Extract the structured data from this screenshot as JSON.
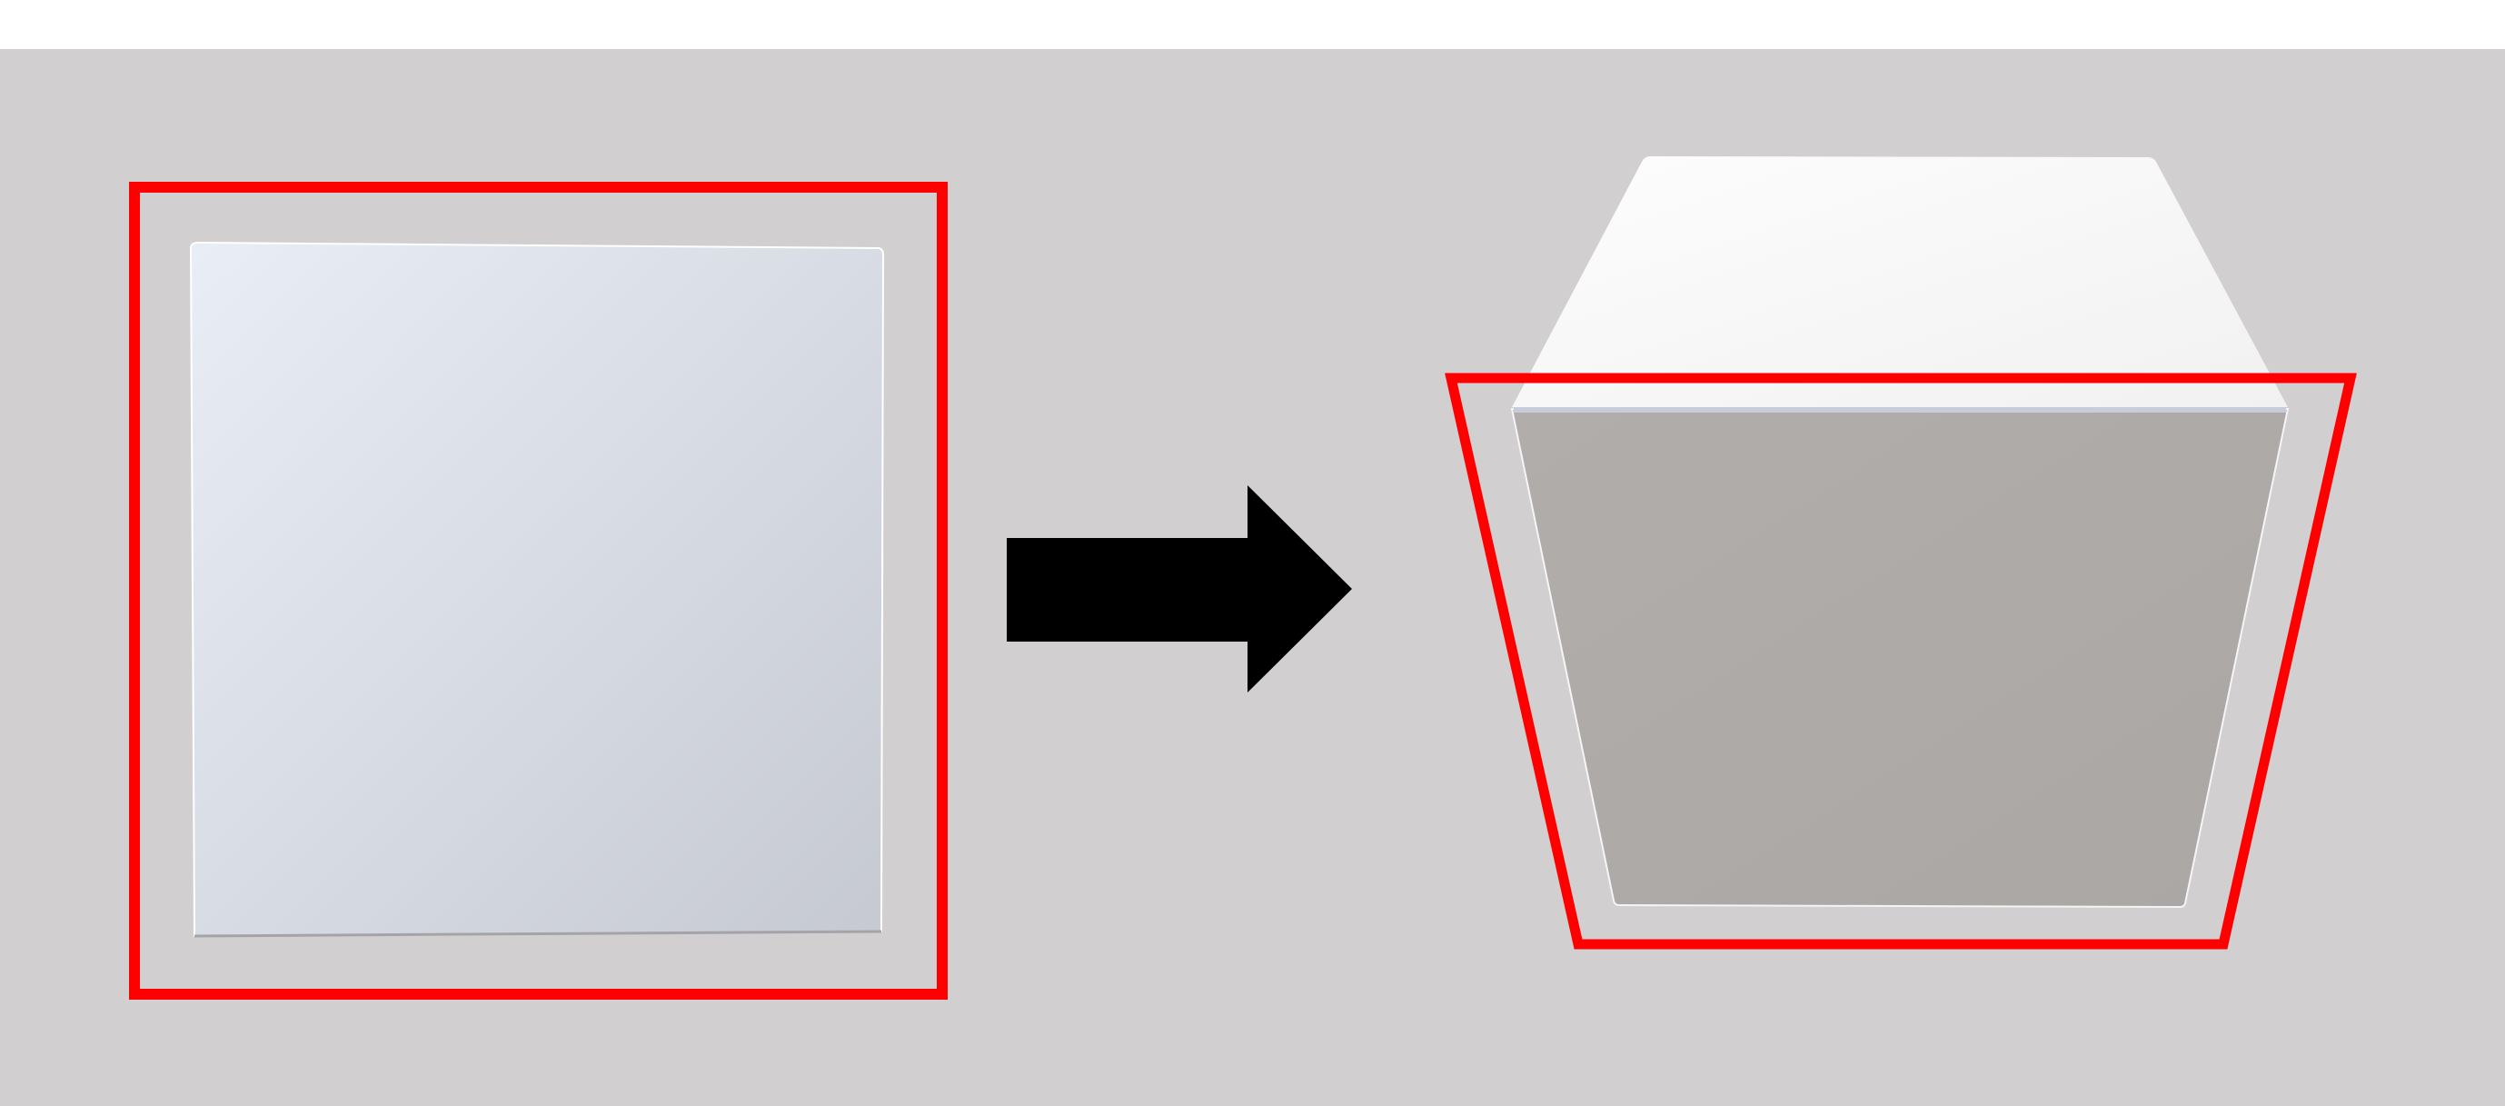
{
  "colors": {
    "page_background": "#ffffff",
    "canvas_background": "#d1cfd0",
    "highlight_outline": "#ff0000",
    "arrow": "#000000",
    "flat_panel_light": "#e9eef6",
    "flat_panel_dark": "#c6c9d2",
    "cube_top_light": "#fdfdfd",
    "cube_top_dark": "#f1f1f2",
    "cube_front_light": "#b1adab",
    "cube_front_dark": "#aaa7a5"
  },
  "figure": {
    "left_object": "flat-square-panel",
    "transition": "right-arrow-icon",
    "right_object": "open-top-box-perspective",
    "highlight": "trapezoid-outline"
  }
}
